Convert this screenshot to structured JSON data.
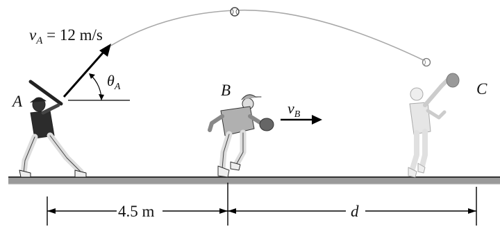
{
  "labels": {
    "velocity_a": {
      "symbol": "v",
      "subscript": "A",
      "rest": " = 12 m/s"
    },
    "angle_a": {
      "symbol": "θ",
      "subscript": "A"
    },
    "point_a": "A",
    "point_b": "B",
    "point_c": "C",
    "velocity_b": {
      "symbol": "v",
      "subscript": "B"
    },
    "distance_ab": "4.5 m",
    "distance_bc": "d"
  },
  "colors": {
    "ground": "#8a8a8a",
    "ground_edge": "#333333",
    "trajectory": "#9a9a9a",
    "figure_a": "#2b2b2b",
    "figure_b": "#555555",
    "figure_c": "#bdbdbd"
  }
}
